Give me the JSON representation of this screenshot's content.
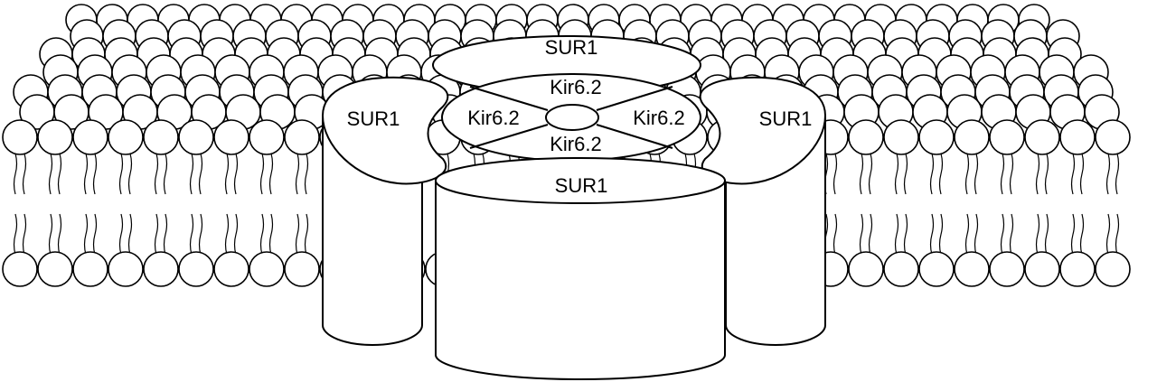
{
  "diagram": {
    "labels": {
      "sur1_top": "SUR1",
      "sur1_left": "SUR1",
      "sur1_right": "SUR1",
      "sur1_front": "SUR1",
      "kir_top": "Kir6.2",
      "kir_left": "Kir6.2",
      "kir_right": "Kir6.2",
      "kir_bottom": "Kir6.2"
    },
    "colors": {
      "stroke": "#000000",
      "fill": "#ffffff"
    }
  }
}
